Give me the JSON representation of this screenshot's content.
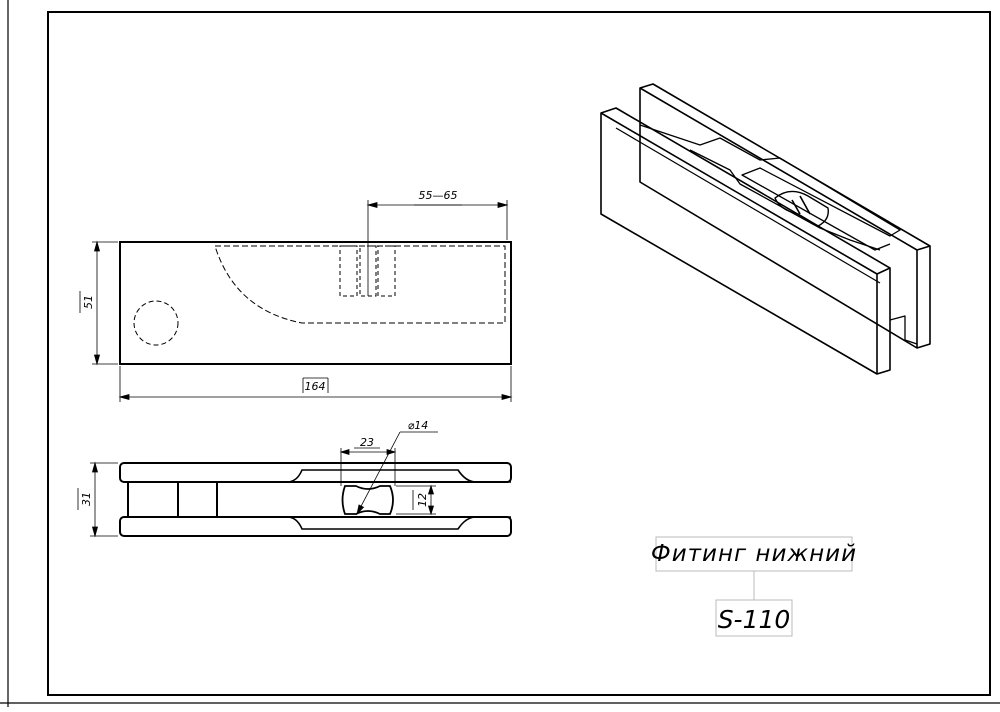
{
  "drawing": {
    "title": "Фитинг нижний",
    "code": "S-110"
  },
  "dimensions": {
    "top_range": "55—65",
    "height_top_view": "51",
    "length": "164",
    "width_side_view": "31",
    "hole_diameter": "⌀14",
    "hole_offset": "23",
    "slot_height": "12"
  },
  "colors": {
    "line": "#000000",
    "background": "#ffffff"
  }
}
